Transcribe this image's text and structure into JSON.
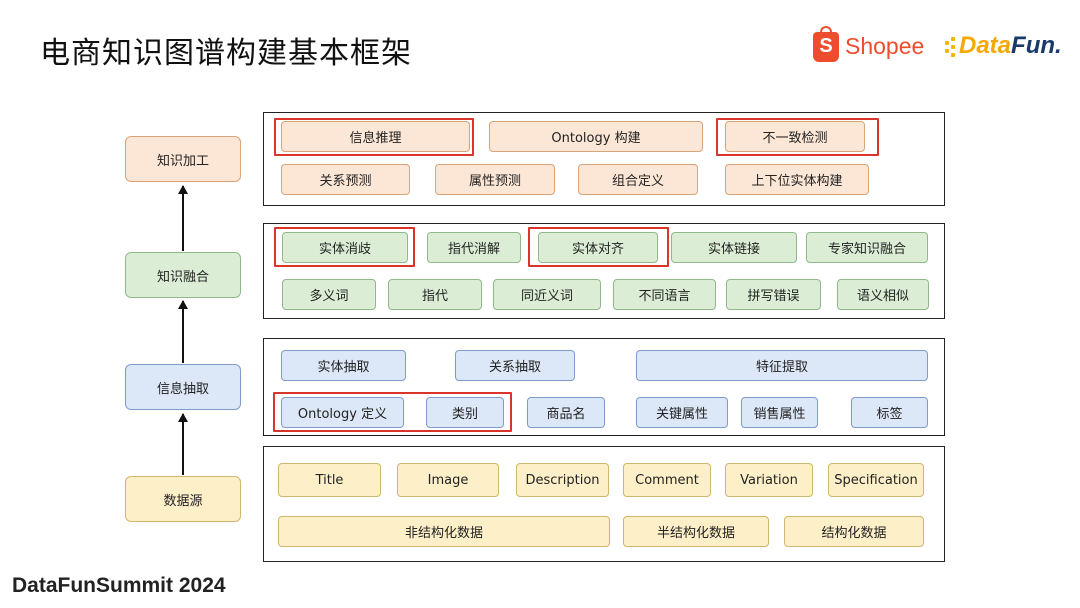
{
  "title": "电商知识图谱构建基本框架",
  "footer": "DataFunSummit 2024",
  "logos": {
    "shopee_s": "S",
    "shopee_word": "Shopee",
    "datafun_a": "Data",
    "datafun_b": "Fun."
  },
  "colors": {
    "highlight": "#d9352b",
    "orange": "#fce7d6",
    "green": "#dbeed5",
    "blue": "#dce7f7",
    "yellow": "#fdf0c8",
    "shopee": "#ee4d2d"
  },
  "stages": {
    "processing": "知识加工",
    "fusion": "知识融合",
    "extraction": "信息抽取",
    "source": "数据源"
  },
  "processing": {
    "row1": [
      "信息推理",
      "Ontology 构建",
      "不一致检测"
    ],
    "row2": [
      "关系预测",
      "属性预测",
      "组合定义",
      "上下位实体构建"
    ]
  },
  "fusion": {
    "row1": [
      "实体消歧",
      "指代消解",
      "实体对齐",
      "实体链接",
      "专家知识融合"
    ],
    "row2": [
      "多义词",
      "指代",
      "同近义词",
      "不同语言",
      "拼写错误",
      "语义相似"
    ]
  },
  "extraction": {
    "row1": [
      "实体抽取",
      "关系抽取",
      "特征提取"
    ],
    "row2": [
      "Ontology 定义",
      "类别",
      "商品名",
      "关键属性",
      "销售属性",
      "标签"
    ]
  },
  "source": {
    "row1": [
      "Title",
      "Image",
      "Description",
      "Comment",
      "Variation",
      "Specification"
    ],
    "row2": [
      "非结构化数据",
      "半结构化数据",
      "结构化数据"
    ]
  }
}
